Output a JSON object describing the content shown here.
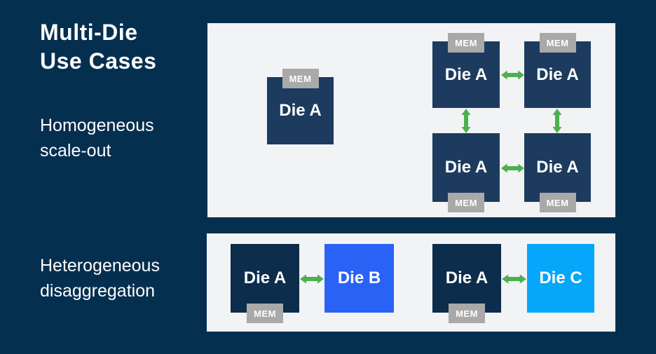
{
  "title": {
    "line1": "Multi-Die",
    "line2": "Use Cases"
  },
  "rows": [
    {
      "id": "homogeneous",
      "line1": "Homogeneous",
      "line2": "scale-out"
    },
    {
      "id": "heterogeneous",
      "line1": "Heterogeneous",
      "line2": "disaggregation"
    }
  ],
  "homogeneous": {
    "single_die": {
      "label": "Die A",
      "mem": "MEM",
      "mem_position": "top"
    },
    "grid": [
      {
        "label": "Die A",
        "mem": "MEM",
        "mem_position": "top"
      },
      {
        "label": "Die A",
        "mem": "MEM",
        "mem_position": "top"
      },
      {
        "label": "Die A",
        "mem": "MEM",
        "mem_position": "bottom"
      },
      {
        "label": "Die A",
        "mem": "MEM",
        "mem_position": "bottom"
      }
    ],
    "connections": "bidirectional-green-arrows"
  },
  "heterogeneous": {
    "pairs": [
      {
        "left": {
          "label": "Die A",
          "mem": "MEM",
          "mem_position": "bottom"
        },
        "right": {
          "label": "Die B"
        }
      },
      {
        "left": {
          "label": "Die A",
          "mem": "MEM",
          "mem_position": "bottom"
        },
        "right": {
          "label": "Die C"
        }
      }
    ],
    "connections": "bidirectional-green-arrows"
  },
  "colors": {
    "background": "#052F4F",
    "panel": "#F2F3F5",
    "die_dark": "#1C3B5E",
    "die_darker": "#0C2D4B",
    "die_b": "#2A62F6",
    "die_c": "#06A7FA",
    "mem": "#A9A9A9",
    "arrow": "#4CAF50",
    "text": "#FFFFFF"
  }
}
